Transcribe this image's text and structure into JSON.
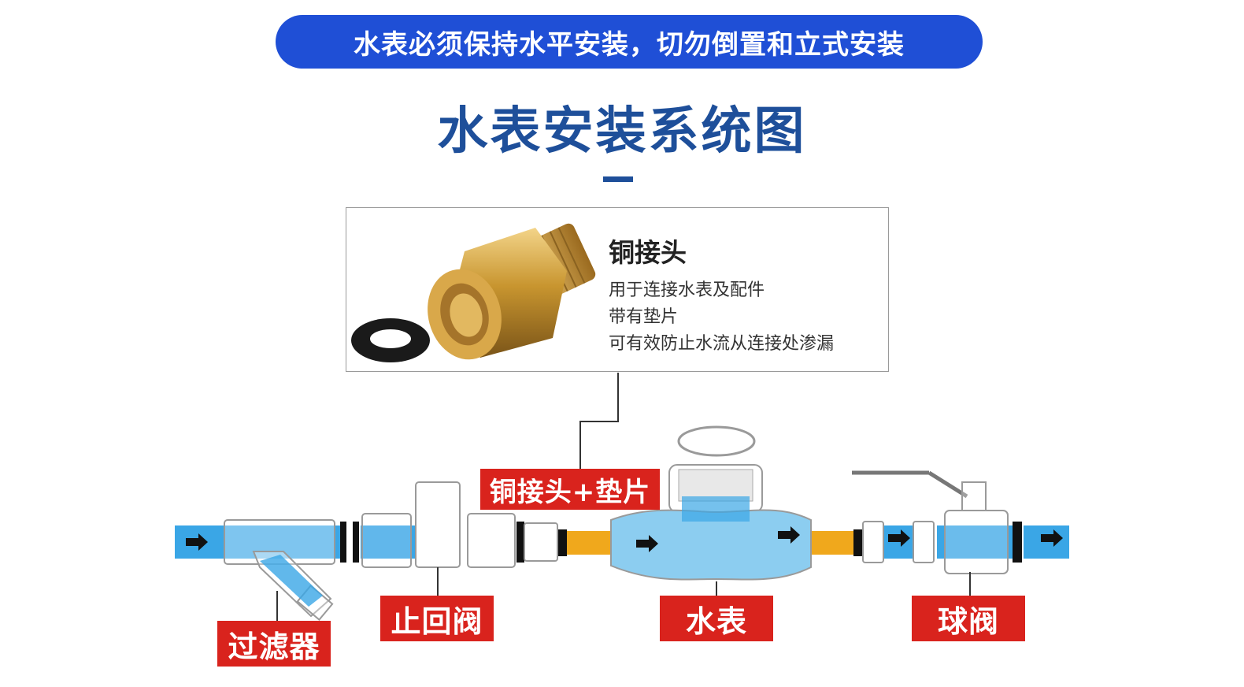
{
  "banner": "水表必须保持水平安装，切勿倒置和立式安装",
  "title": "水表安装系统图",
  "callout": {
    "title": "铜接头",
    "lines": [
      "用于连接水表及配件",
      "带有垫片",
      "可有效防止水流从连接处渗漏"
    ]
  },
  "labels": {
    "connector": "铜接头+垫片",
    "filter": "过滤器",
    "check_valve": "止回阀",
    "water_meter": "水表",
    "ball_valve": "球阀"
  },
  "colors": {
    "banner_bg": "#1f4fd6",
    "title": "#1e4f9a",
    "pipe_water": "#3aa6e6",
    "brass_gasket": "#f0a81c",
    "label_bg": "#d9231d"
  },
  "icons": [
    "flow-arrow-icon",
    "brass-fitting-icon",
    "rubber-gasket-icon"
  ]
}
